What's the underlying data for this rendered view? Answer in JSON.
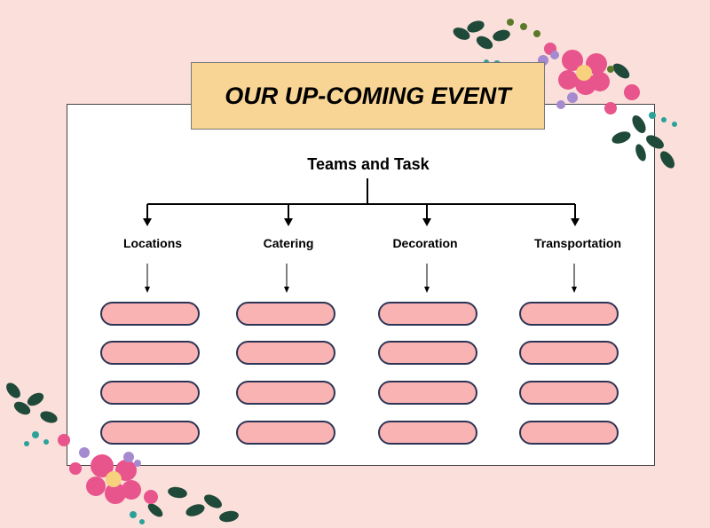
{
  "title": "OUR UP-COMING EVENT",
  "diagram": {
    "root": "Teams and Task",
    "columns": [
      {
        "label": "Locations",
        "rows": 4
      },
      {
        "label": "Catering",
        "rows": 4
      },
      {
        "label": "Decoration",
        "rows": 4
      },
      {
        "label": "Transportation",
        "rows": 4
      }
    ]
  },
  "colors": {
    "background": "#fbdfda",
    "title_fill": "#f8d594",
    "pill_fill": "#f9b3b3",
    "pill_border": "#2c3456"
  },
  "decorations": [
    "floral-corner-top-right",
    "floral-corner-bottom-left"
  ]
}
